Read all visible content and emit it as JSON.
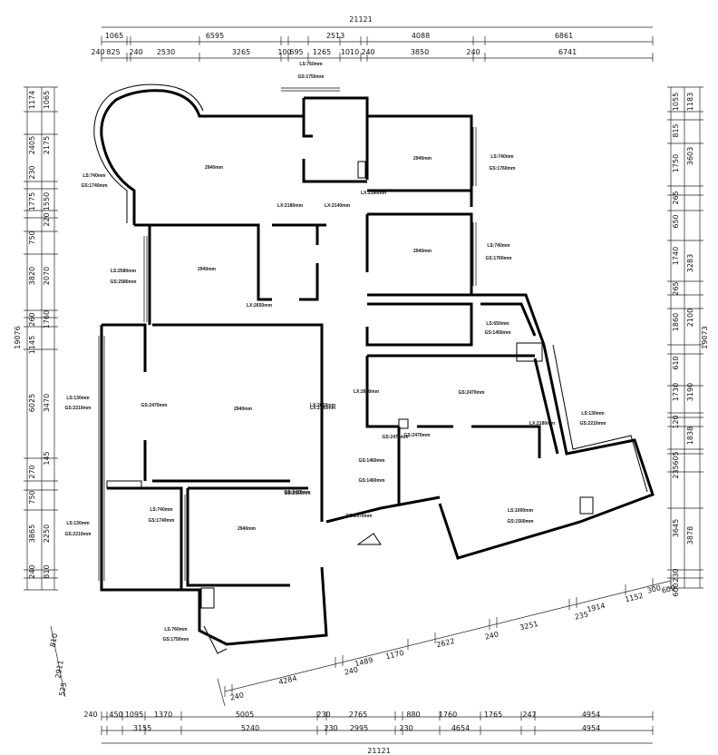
{
  "dimensions": {
    "top_total": "21121",
    "top_row1": [
      "1065",
      "6595",
      "2513",
      "4088",
      "6861"
    ],
    "top_row2": [
      "240",
      "825",
      "240",
      "2530",
      "3265",
      "100",
      "695",
      "1265",
      "1010",
      "240",
      "3850",
      "240",
      "6741"
    ],
    "bottom_total": "21121",
    "bottom_row1": [
      "240",
      "450",
      "1095",
      "1370",
      "5005",
      "230",
      "2765",
      "880",
      "1760",
      "1765",
      "247",
      "4954"
    ],
    "bottom_row2": [
      "3155",
      "5240",
      "230",
      "2995",
      "230",
      "4654",
      "4954"
    ],
    "left_total": "19076",
    "left_row1": [
      "1174",
      "1065",
      "2405",
      "2175",
      "230",
      "1775",
      "1550",
      "220",
      "750",
      "3820",
      "2070",
      "260",
      "1145",
      "1760",
      "6025",
      "3470",
      "270",
      "145",
      "750",
      "3865",
      "2250",
      "240",
      "810"
    ],
    "right_total": "19073",
    "right_row1": [
      "1183",
      "1055",
      "815",
      "3603",
      "1750",
      "265",
      "650",
      "3283",
      "1740",
      "265",
      "2100",
      "1860",
      "610",
      "3190",
      "1730",
      "120",
      "1838",
      "605",
      "235",
      "3878",
      "3645",
      "230",
      "600"
    ],
    "diag_bottom": [
      "240",
      "4284",
      "240",
      "1489",
      "1170",
      "2622",
      "240",
      "3251",
      "235",
      "1914",
      "1152",
      "300",
      "600"
    ],
    "diag_left": [
      "810",
      "2911",
      "525"
    ]
  },
  "room_labels": [
    "2940mm",
    "2940mm",
    "2940mm",
    "2940mm",
    "2940mm",
    "2940mm",
    "2940mm"
  ],
  "notes": [
    "LS:760mm",
    "GS:1750mm",
    "LS:740mm",
    "GS:1740mm",
    "LX:2180mm",
    "LX:2140mm",
    "LX:2180mm",
    "LX:2650mm",
    "LS:740mm",
    "GS:1760mm",
    "LS:740mm",
    "GS:1760mm",
    "LS:2580mm",
    "GS:2580mm",
    "LS:650mm",
    "GS:1450mm",
    "LX:2650mm",
    "LS:130mm",
    "GS:2210mm",
    "GS:2470mm",
    "LX:2650mm",
    "LX:2180mm",
    "GS:2470mm",
    "LS:130mm",
    "GS:2210mm",
    "GS:2470mm",
    "LX:2180mm",
    "GS:2470mm",
    "LS:740mm",
    "GS:1740mm",
    "GS:2180mm",
    "LS:130mm",
    "GS:2210mm",
    "GS:2570mm",
    "LS:1000mm",
    "GS:1500mm",
    "LS:760mm",
    "GS:1750mm",
    "GS:1460mm",
    "GS:1460mm",
    "GS:2470mm"
  ]
}
